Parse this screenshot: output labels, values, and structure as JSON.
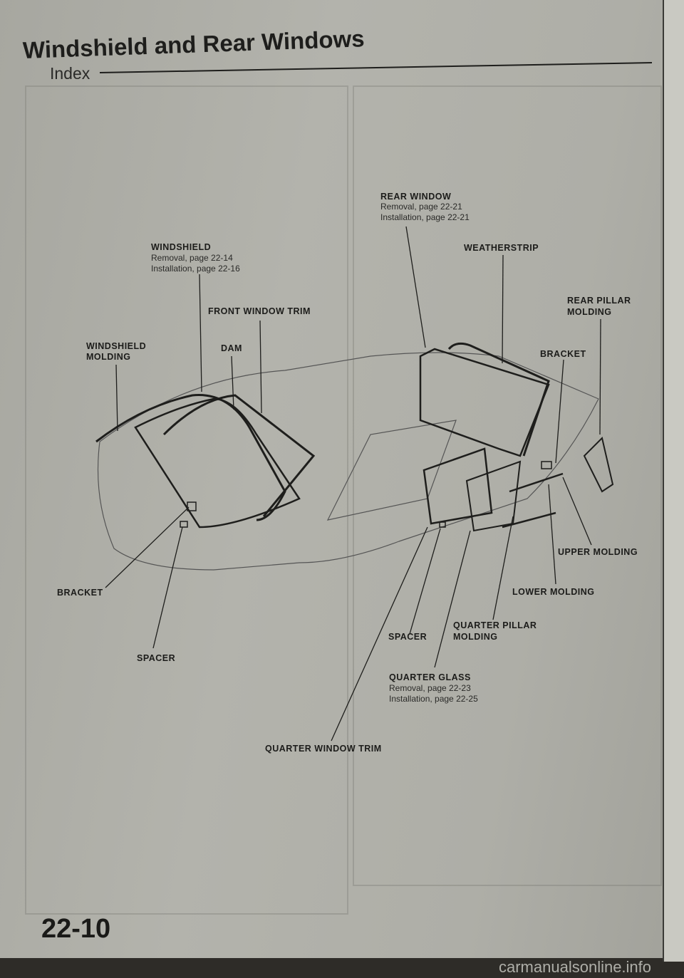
{
  "header": {
    "title": "Windshield and Rear Windows",
    "subtitle": "Index"
  },
  "labels": {
    "windshield": {
      "name": "WINDSHIELD",
      "removal": "Removal, page 22-14",
      "installation": "Installation, page 22-16"
    },
    "front_window_trim": "FRONT WINDOW TRIM",
    "windshield_molding": [
      "WINDSHIELD",
      "MOLDING"
    ],
    "dam": "DAM",
    "rear_window": {
      "name": "REAR WINDOW",
      "removal": "Removal, page 22-21",
      "installation": "Installation, page 22-21"
    },
    "weatherstrip": "WEATHERSTRIP",
    "rear_pillar_molding": [
      "REAR PILLAR",
      "MOLDING"
    ],
    "bracket_right": "BRACKET",
    "upper_molding": "UPPER MOLDING",
    "lower_molding": "LOWER MOLDING",
    "bracket_left": "BRACKET",
    "spacer_left": "SPACER",
    "spacer_right": "SPACER",
    "quarter_pillar_molding": [
      "QUARTER PILLAR",
      "MOLDING"
    ],
    "quarter_glass": {
      "name": "QUARTER GLASS",
      "removal": "Removal, page 22-23",
      "installation": "Installation, page 22-25"
    },
    "quarter_window_trim": "QUARTER WINDOW TRIM"
  },
  "footer": {
    "page_number": "22-10",
    "watermark": "carmanualsonline.info"
  }
}
